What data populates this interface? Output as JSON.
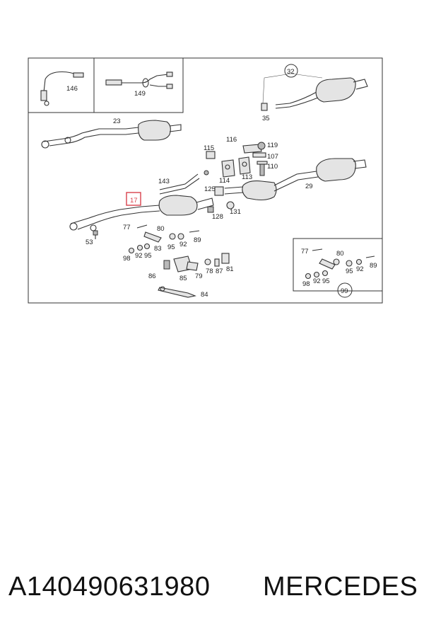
{
  "labels": {
    "l146": "146",
    "l149": "149",
    "l32": "32",
    "l35": "35",
    "l23": "23",
    "l116": "116",
    "l119": "119",
    "l115": "115",
    "l107": "107",
    "l110": "110",
    "l143": "143",
    "l114": "114",
    "l113": "113",
    "l29": "29",
    "l125": "125",
    "l17": "17",
    "l128": "128",
    "l131": "131",
    "l77a": "77",
    "l80a": "80",
    "l53": "53",
    "l83": "83",
    "l95a": "95",
    "l92a": "92",
    "l89a": "89",
    "l98a": "98",
    "l92b": "92",
    "l95b": "95",
    "l86": "86",
    "l85": "85",
    "l79": "79",
    "l78": "78",
    "l87": "87",
    "l81": "81",
    "l84": "84",
    "l77b": "77",
    "l80b": "80",
    "l95c": "95",
    "l92c": "92",
    "l89b": "89",
    "l98b": "98",
    "l92d": "92",
    "l95d": "95",
    "l99": "99"
  },
  "highlight_color": "#d9414c",
  "footer": {
    "part_number": "A140490631980",
    "brand": "MERCEDES"
  }
}
